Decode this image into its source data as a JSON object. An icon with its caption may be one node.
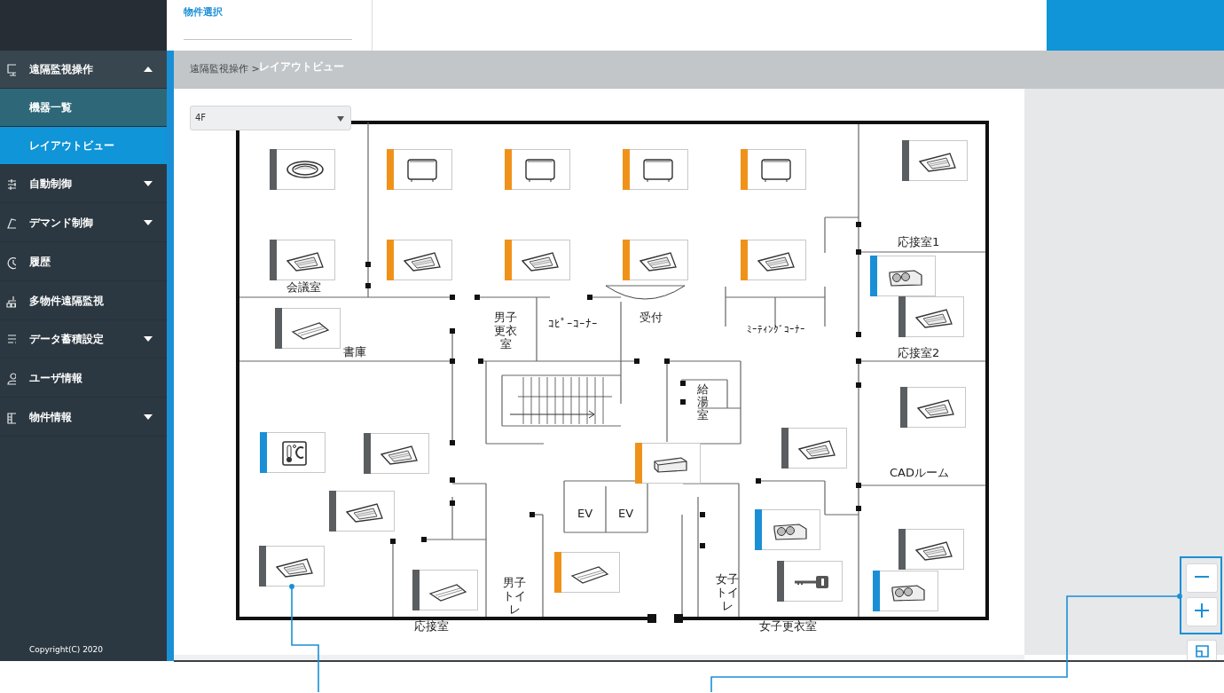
{
  "diagram": {
    "nodes": [
      {
        "text": [],
        "shape": "picture"
      },
      {
        "text": [],
        "shape": "picture"
      },
      {
        "text": [],
        "shape": "picture"
      },
      {
        "text": [],
        "shape": "picture"
      },
      {
        "text": [],
        "shape": "picture"
      },
      {
        "text": [],
        "shape": "picture"
      },
      {
        "text": [],
        "shape": "picture"
      },
      {
        "text": [],
        "shape": "picture"
      },
      {
        "text": [],
        "shape": "picture"
      },
      {
        "text": [],
        "shape": "picture"
      },
      {
        "text": [],
        "shape": "picture"
      },
      {
        "text": [],
        "shape": "picture"
      },
      {
        "text": [],
        "shape": "picture"
      },
      {
        "text": [],
        "shape": "picture"
      },
      {
        "text": [],
        "shape": "picture"
      },
      {
        "text": [],
        "shape": "picture"
      },
      {
        "text": [],
        "shape": "picture"
      },
      {
        "text": [],
        "shape": "picture"
      },
      {
        "text": [],
        "shape": "picture"
      },
      {
        "text": [],
        "shape": "picture"
      },
      {
        "text": [],
        "shape": "picture"
      },
      {
        "text": [],
        "shape": "picture"
      },
      {
        "text": [],
        "shape": "picture"
      },
      {
        "text": [],
        "shape": "picture"
      },
      {
        "text": [],
        "shape": "picture"
      },
      {
        "text": [],
        "shape": "picture"
      },
      {
        "text": [],
        "shape": "picture"
      },
      {
        "text": [],
        "shape": "box"
      }
    ],
    "edges": [
      {
        "from": null,
        "to": 22,
        "arrow": "other",
        "color": "#1a8fd6"
      },
      {
        "from": null,
        "to": 27,
        "arrow": "other",
        "color": "#1a8fd6"
      }
    ],
    "labels": [
      "物件選択",
      "遠隔監視操作",
      "機器一覧",
      "レイアウトビュー",
      "自動制御",
      "デマンド制御",
      "履歴",
      "多物件遠隔監視",
      "データ蓄積設定",
      "ユーザ情報",
      "物件情報",
      "Copyright(C) 2020",
      "遠隔監視操作 >",
      "レイアウトビュー",
      "4F",
      "会議室",
      "男子更衣室",
      "ｺﾋﾟｰｺｰﾅｰ",
      "受付",
      "ﾐｰﾃｨﾝｸﾞｺｰﾅｰ",
      "書庫",
      "応接室1",
      "応接室2",
      "給湯室",
      "EV",
      "EV",
      "CADルーム",
      "男子トイレ",
      "女子トイレ",
      "応接室",
      "女子更衣室"
    ]
  }
}
